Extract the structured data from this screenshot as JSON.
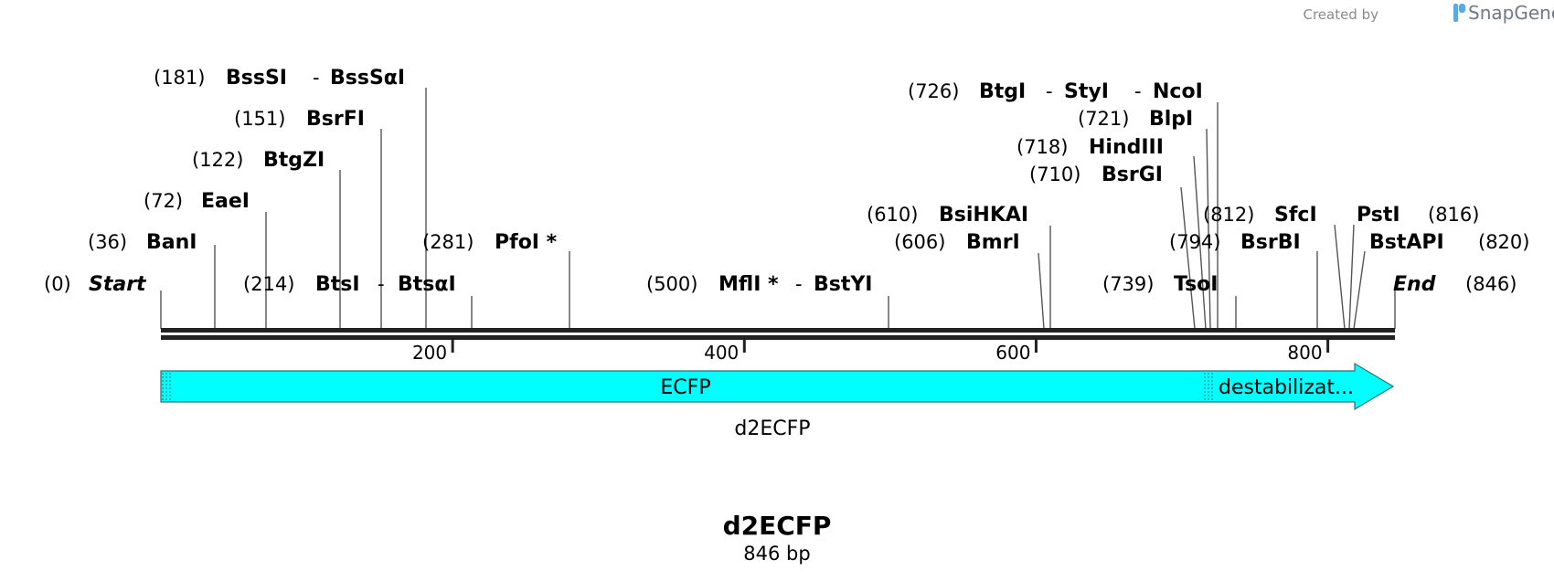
{
  "credit": {
    "created_by": "Created by",
    "brand": "SnapGene"
  },
  "sequence": {
    "name": "d2ECFP",
    "length_label": "846 bp",
    "length_bp": 846
  },
  "ruler": {
    "ticks": [
      200,
      400,
      600,
      800
    ]
  },
  "sites": [
    {
      "pos": "(0)",
      "names": [
        "Start"
      ],
      "italic": true
    },
    {
      "pos": "(36)",
      "names": [
        "BanI"
      ]
    },
    {
      "pos": "(72)",
      "names": [
        "EaeI"
      ]
    },
    {
      "pos": "(122)",
      "names": [
        "BtgZI"
      ]
    },
    {
      "pos": "(151)",
      "names": [
        "BsrFI"
      ]
    },
    {
      "pos": "(181)",
      "names": [
        "BssSI",
        "BssSαI"
      ]
    },
    {
      "pos": "(214)",
      "names": [
        "BtsI",
        "BtsαI"
      ]
    },
    {
      "pos": "(281)",
      "names": [
        "PfoI *"
      ]
    },
    {
      "pos": "(500)",
      "names": [
        "MflI *",
        "BstYI"
      ]
    },
    {
      "pos": "(606)",
      "names": [
        "BmrI"
      ]
    },
    {
      "pos": "(610)",
      "names": [
        "BsiHKAI"
      ]
    },
    {
      "pos": "(710)",
      "names": [
        "BsrGI"
      ]
    },
    {
      "pos": "(718)",
      "names": [
        "HindIII"
      ]
    },
    {
      "pos": "(721)",
      "names": [
        "BlpI"
      ]
    },
    {
      "pos": "(726)",
      "names": [
        "BtgI",
        "StyI",
        "NcoI"
      ]
    },
    {
      "pos": "(739)",
      "names": [
        "TsoI"
      ]
    },
    {
      "pos": "(794)",
      "names": [
        "BsrBI"
      ]
    },
    {
      "pos": "(812)",
      "names": [
        "SfcI"
      ]
    },
    {
      "pos": "(816)",
      "names": [
        "PstI"
      ]
    },
    {
      "pos": "(820)",
      "names": [
        "BstAPI"
      ]
    },
    {
      "pos": "(846)",
      "names": [
        "End"
      ],
      "italic": true
    }
  ],
  "features": [
    {
      "label": "ECFP",
      "color": "#00ffff"
    },
    {
      "label": "destabilizat..."
    }
  ],
  "feature_caption": "d2ECFP"
}
